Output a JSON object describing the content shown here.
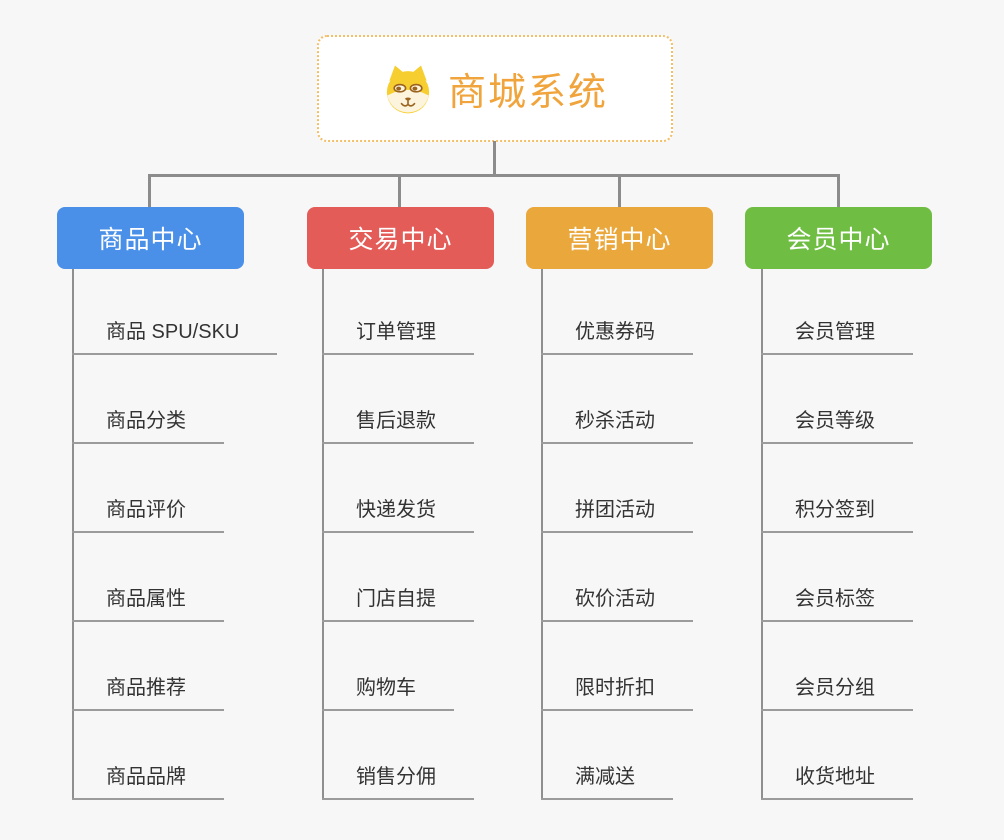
{
  "root": {
    "label": "商城系统",
    "icon": "dog-face-icon",
    "accent_color": "#F0A43B",
    "border_color": "#F3BE66"
  },
  "colors": {
    "background": "#F7F7F7",
    "connector": "#8C8C8C",
    "underline": "#9B9B9B",
    "item_text": "#333333"
  },
  "branches": [
    {
      "label": "商品中心",
      "color": "#4A90E8",
      "items": [
        "商品 SPU/SKU",
        "商品分类",
        "商品评价",
        "商品属性",
        "商品推荐",
        "商品品牌"
      ]
    },
    {
      "label": "交易中心",
      "color": "#E45C58",
      "items": [
        "订单管理",
        "售后退款",
        "快递发货",
        "门店自提",
        "购物车",
        "销售分佣"
      ]
    },
    {
      "label": "营销中心",
      "color": "#EAA73C",
      "items": [
        "优惠券码",
        "秒杀活动",
        "拼团活动",
        "砍价活动",
        "限时折扣",
        "满减送"
      ]
    },
    {
      "label": "会员中心",
      "color": "#6FBE43",
      "items": [
        "会员管理",
        "会员等级",
        "积分签到",
        "会员标签",
        "会员分组",
        "收货地址"
      ]
    }
  ]
}
